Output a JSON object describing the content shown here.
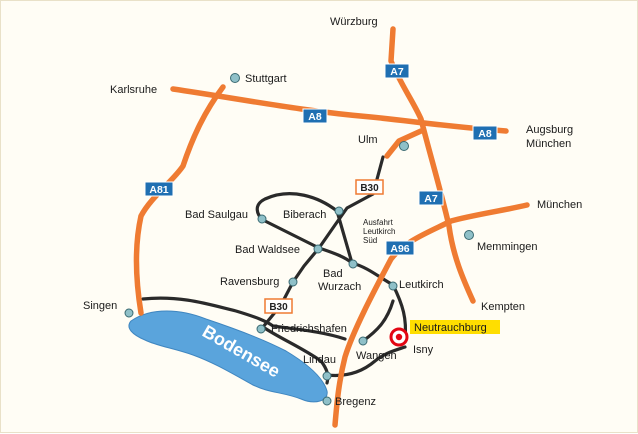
{
  "colors": {
    "background": "#fffdf5",
    "autobahn": "#ef7b32",
    "bundesstrasse": "#2a2a2a",
    "city_dot": "#8fc0c8",
    "shield": "#1f6fb2",
    "lake": "#5aa4dc",
    "target_ring": "#e30613",
    "highlight": "#ffde00"
  },
  "cities": {
    "wuerzburg": "Würzburg",
    "stuttgart": "Stuttgart",
    "karlsruhe": "Karlsruhe",
    "augsburg": "Augsburg",
    "muenchen_a8": "München",
    "ulm": "Ulm",
    "biberach": "Biberach",
    "bad_saulgau": "Bad Saulgau",
    "bad_waldsee": "Bad Waldsee",
    "ravensburg": "Ravensburg",
    "bad_wurzach_1": "Bad",
    "bad_wurzach_2": "Wurzach",
    "leutkirch": "Leutkirch",
    "muenchen_a96": "München",
    "memmingen": "Memmingen",
    "kempten": "Kempten",
    "singen": "Singen",
    "friedrichshafen": "Friedrichshafen",
    "lindau": "Lindau",
    "wangen": "Wangen",
    "isny": "Isny",
    "bregenz": "Bregenz"
  },
  "exit": {
    "line1": "Ausfahrt",
    "line2": "Leutkirch",
    "line3": "Süd"
  },
  "roads": {
    "a7_north": "A7",
    "a7_south": "A7",
    "a8_west": "A8",
    "a8_east": "A8",
    "a81": "A81",
    "a96": "A96",
    "b30_north": "B30",
    "b30_south": "B30"
  },
  "lake": "Bodensee",
  "destination": "Neutrauchburg"
}
